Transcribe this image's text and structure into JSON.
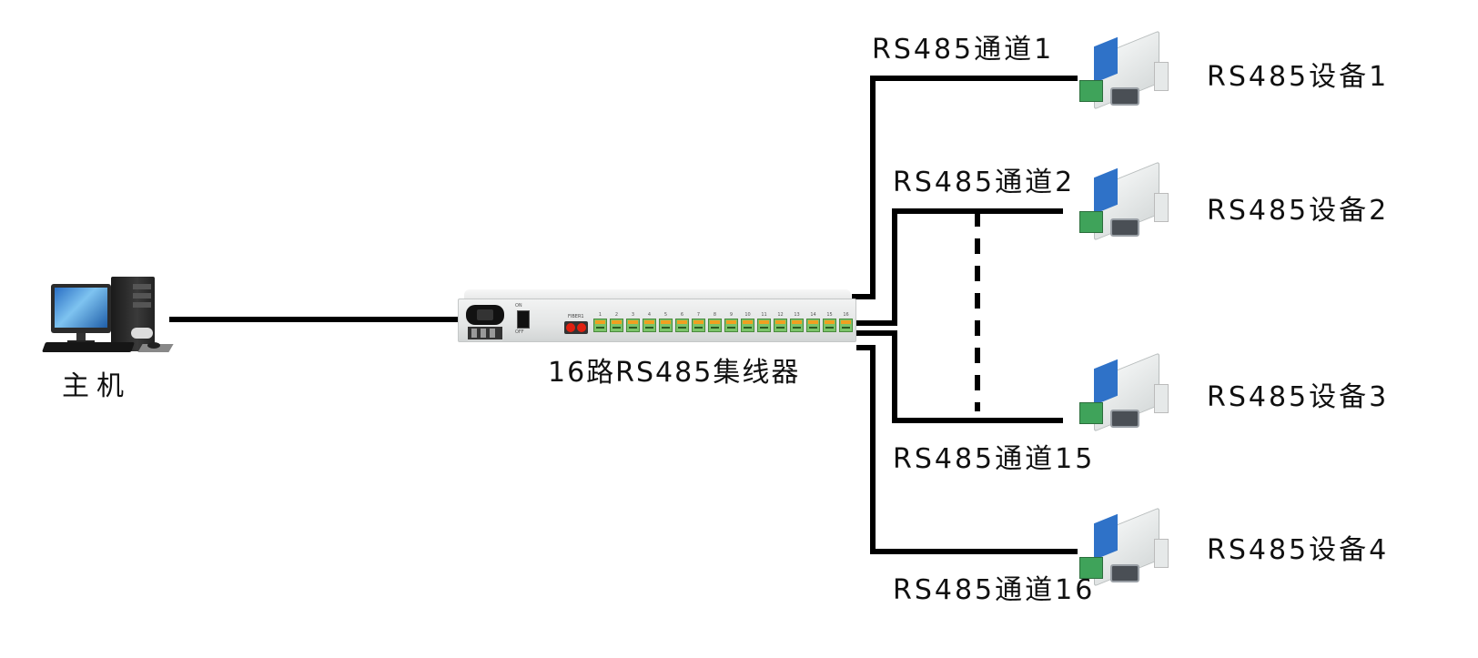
{
  "diagram": {
    "title": "16路RS485集线器连接示意",
    "host": {
      "label": "主机",
      "icon": "desktop-computer-icon"
    },
    "hub": {
      "label": "16路RS485集线器",
      "power_switch": {
        "on_label": "ON",
        "off_label": "OFF"
      },
      "fiber_label": "FIBER1",
      "ports": [
        "1",
        "2",
        "3",
        "4",
        "5",
        "6",
        "7",
        "8",
        "9",
        "10",
        "11",
        "12",
        "13",
        "14",
        "15",
        "16"
      ]
    },
    "channels": [
      {
        "label": "RS485通道1",
        "device": "RS485设备1"
      },
      {
        "label": "RS485通道2",
        "device": "RS485设备2"
      },
      {
        "label": "RS485通道15",
        "device": "RS485设备3"
      },
      {
        "label": "RS485通道16",
        "device": "RS485设备4"
      }
    ],
    "omitted_channels_marker": "dashed-line",
    "line_color": "#000000",
    "device_accent_color": "#2f72c8"
  }
}
